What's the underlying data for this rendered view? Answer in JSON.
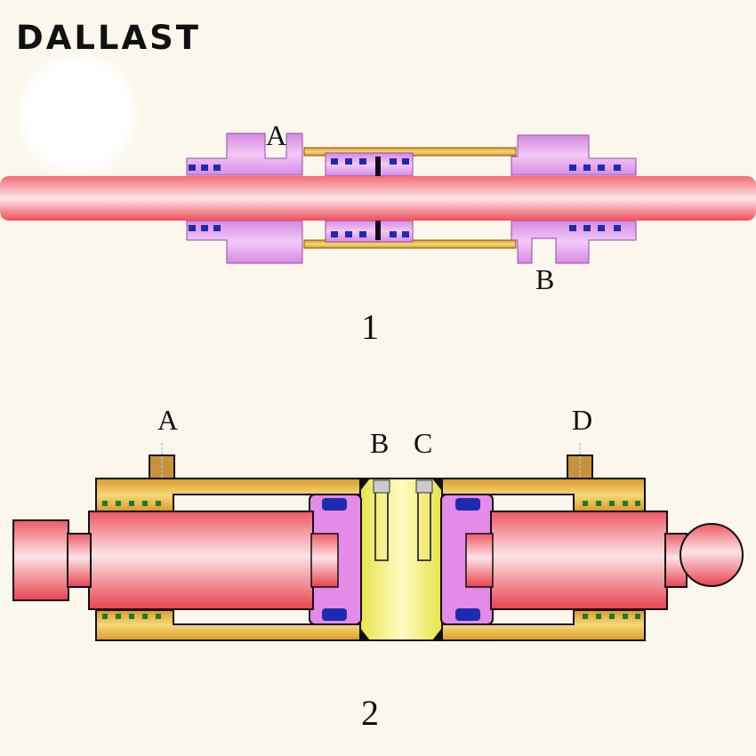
{
  "brand": {
    "logo_text": "DALLAST"
  },
  "figure1": {
    "caption": "1",
    "port_a": "A",
    "port_b": "B"
  },
  "figure2": {
    "caption": "2",
    "port_a": "A",
    "port_b": "B",
    "port_c": "C",
    "port_d": "D"
  },
  "colors": {
    "background": "#fbf7ec",
    "rod": "#f05a64",
    "gland": "#dd8ee8",
    "tube": "#e9bb4a",
    "seal": "#1e2bb0",
    "piston": "#f2ef6e"
  }
}
